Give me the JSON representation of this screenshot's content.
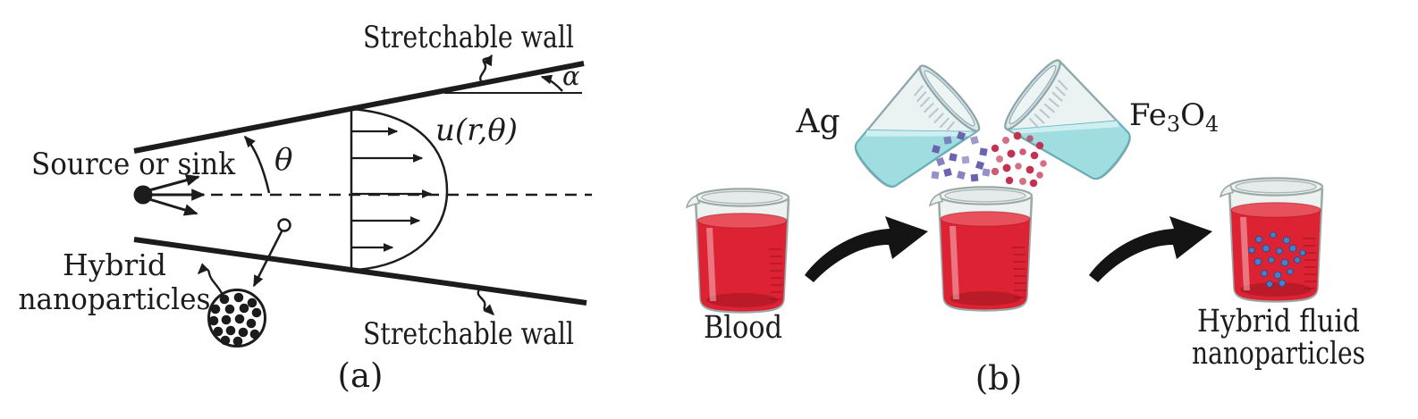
{
  "figure": {
    "panel_a": {
      "caption": "(a)",
      "top_wall_label": "Stretchable wall",
      "bottom_wall_label": "Stretchable wall",
      "alpha_symbol": "α",
      "theta_symbol": "θ",
      "velocity_label": "u(r,θ)",
      "source_label": "Source or sink",
      "nano_label_line1": "Hybrid",
      "nano_label_line2": "nanoparticles"
    },
    "panel_b": {
      "caption": "(b)",
      "reagent1_label": "Ag",
      "reagent2": {
        "base": "Fe",
        "sub1": "3",
        "mid": "O",
        "sub2": "4"
      },
      "beaker1_label": "Blood",
      "result_label_line1": "Hybrid fluid",
      "result_label_line2": "nanoparticles"
    },
    "colors": {
      "ink": "#1c1c1c",
      "blood_red": "#dd2233",
      "blood_red_light": "#e8505c",
      "blood_red_dark": "#bb1b29",
      "liquid_cyan": "#9fdde1",
      "liquid_cyan_light": "#cdeff1",
      "glass_fill": "#edf2f1",
      "glass_outline": "#9aa8a6",
      "particle_purple": "#6b63b0",
      "particle_crimson": "#c23351",
      "nano_dot_blue": "#4b7ec5"
    }
  }
}
